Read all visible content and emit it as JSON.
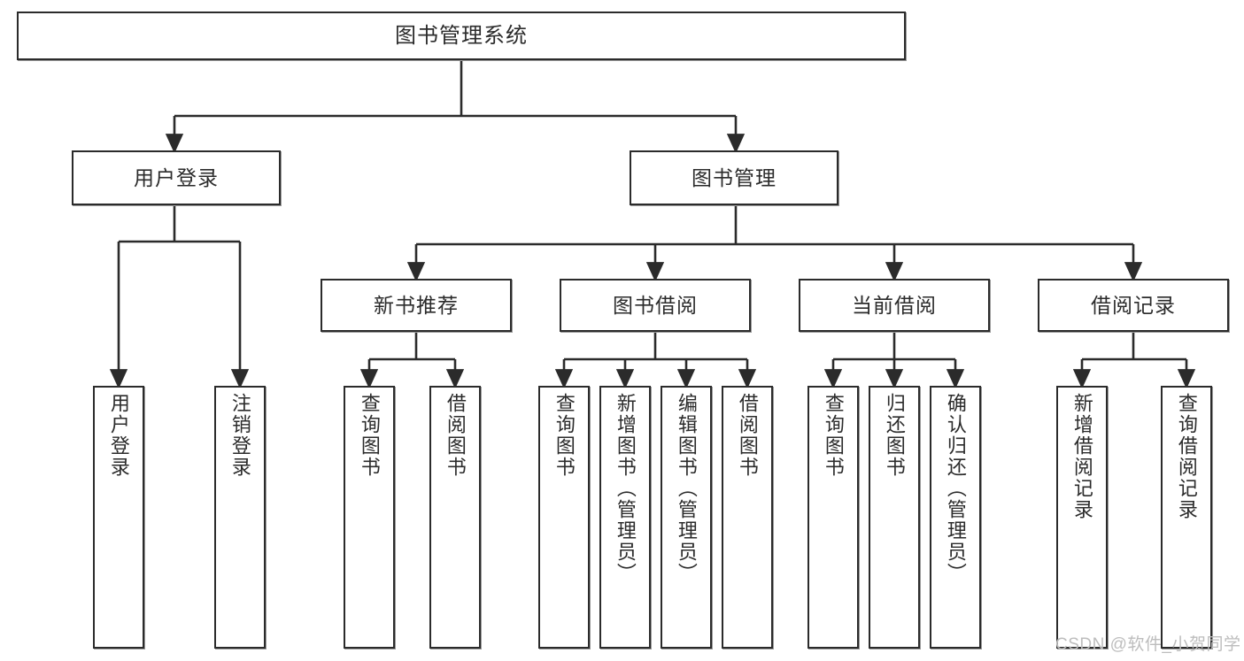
{
  "diagram": {
    "title": "图书管理系统",
    "type": "tree-hierarchy",
    "orientation": "top-down",
    "colors": {
      "box_border": "#2b2b2b",
      "box_fill": "#ffffff",
      "edge": "#2b2b2b",
      "watermark": "#bdbdbd",
      "background": "#ffffff"
    },
    "nodes": {
      "root": {
        "label": "图书管理系统",
        "level": 1
      },
      "level2": [
        {
          "label": "用户登录"
        },
        {
          "label": "图书管理"
        }
      ],
      "level3": [
        {
          "label": "新书推荐"
        },
        {
          "label": "图书借阅"
        },
        {
          "label": "当前借阅"
        },
        {
          "label": "借阅记录"
        }
      ],
      "leaves_user_login": [
        {
          "label": "用户登录"
        },
        {
          "label": "注销登录"
        }
      ],
      "leaves_new_book": [
        {
          "label": "查询图书"
        },
        {
          "label": "借阅图书"
        }
      ],
      "leaves_borrow": [
        {
          "label": "查询图书"
        },
        {
          "label": "新增图书（管理员）"
        },
        {
          "label": "编辑图书（管理员）"
        },
        {
          "label": "借阅图书"
        }
      ],
      "leaves_current": [
        {
          "label": "查询图书"
        },
        {
          "label": "归还图书"
        },
        {
          "label": "确认归还（管理员）"
        }
      ],
      "leaves_records": [
        {
          "label": "新增借阅记录"
        },
        {
          "label": "查询借阅记录"
        }
      ]
    },
    "watermark": "CSDN @软件_小贺同学"
  }
}
